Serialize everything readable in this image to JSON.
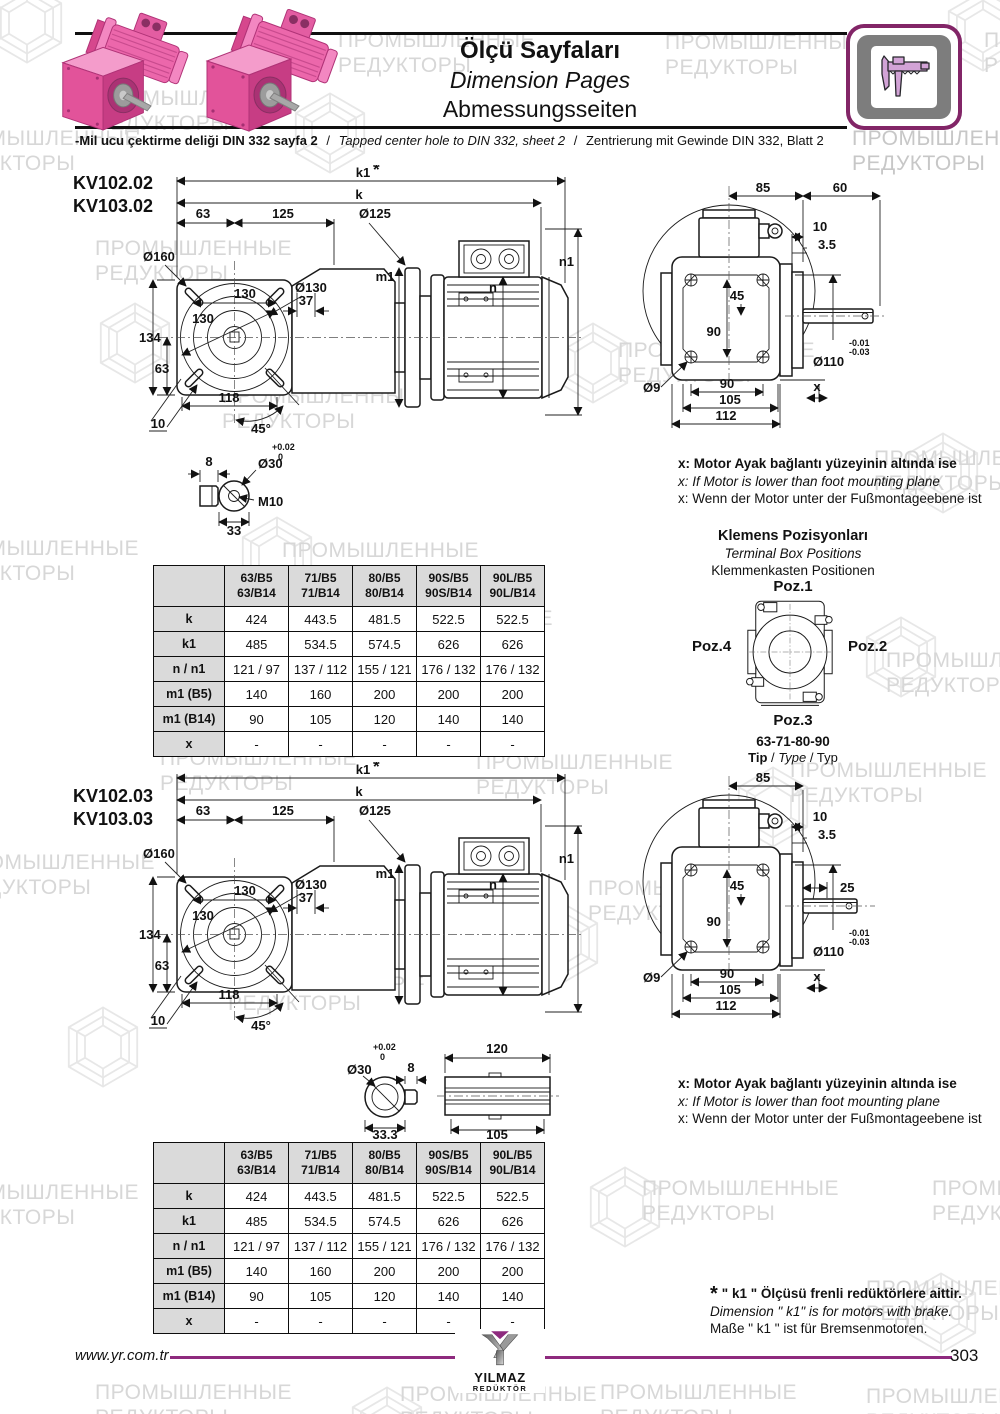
{
  "watermark": {
    "line1": "ПРОМЫШЛЕННЫЕ",
    "line2": "РЕДУКТОРЫ"
  },
  "header": {
    "title_tr": "Ölçü Sayfaları",
    "title_en": "Dimension Pages",
    "title_de": "Abmessungsseiten",
    "note_tr": "-Mil ucu çektirme deliği DIN 332 sayfa 2",
    "sep": "/",
    "note_en": "Tapped center hole to DIN 332, sheet 2",
    "note_de": "Zentrierung mit Gewinde DIN 332, Blatt 2"
  },
  "sections": {
    "s1": {
      "m1": "KV102.02",
      "m2": "KV103.02"
    },
    "s2": {
      "m1": "KV102.03",
      "m2": "KV103.03"
    }
  },
  "side": {
    "k1": "k1",
    "star": "*",
    "k": "k",
    "d63": "63",
    "d125": "125",
    "dia125": "Ø125",
    "dia160": "Ø160",
    "dia130": "Ø130",
    "d130": "130",
    "d134": "134",
    "d37": "37",
    "d118": "118",
    "d10": "10",
    "ang45": "45°",
    "m1": "m1",
    "n": "n",
    "n1": "n1"
  },
  "rear": {
    "d85": "85",
    "d60": "60",
    "d25": "25",
    "d10": "10",
    "d35": "3.5",
    "d45": "45",
    "d90": "90",
    "dia110": "Ø110",
    "tol_hi": "-0.01",
    "tol_lo": "-0.03",
    "dia9": "Ø9",
    "d105": "105",
    "d112": "112",
    "x": "x"
  },
  "shaft1": {
    "tol_hi": "+0.02",
    "tol_lo": "0",
    "dia30": "Ø30",
    "d8": "8",
    "m10": "M10",
    "d33": "33"
  },
  "shaft2": {
    "tol_hi": "+0.02",
    "tol_lo": "0",
    "dia30": "Ø30",
    "d8": "8",
    "d333": "33.3",
    "d120": "120",
    "d105": "105"
  },
  "motor_note": {
    "tr": "x: Motor Ayak bağlantı yüzeyinin altında ise",
    "en": "x: If Motor is lower than foot mounting plane",
    "de": "x: Wenn der Motor unter der Fußmontageebene ist"
  },
  "klemens": {
    "t_tr": "Klemens Pozisyonları",
    "t_en": "Terminal Box Positions",
    "t_de": "Klemmenkasten Positionen",
    "poz1": "Poz.1",
    "poz2": "Poz.2",
    "poz3": "Poz.3",
    "poz4": "Poz.4",
    "range": "63-71-80-90",
    "tip_tr": "Tip",
    "tip_en": "Type",
    "tip_de": "Typ",
    "sep": "/"
  },
  "table": {
    "corner": "",
    "col_headers": [
      [
        "63/B5",
        "63/B14"
      ],
      [
        "71/B5",
        "71/B14"
      ],
      [
        "80/B5",
        "80/B14"
      ],
      [
        "90S/B5",
        "90S/B14"
      ],
      [
        "90L/B5",
        "90L/B14"
      ]
    ],
    "rows": [
      {
        "label": "k",
        "values": [
          "424",
          "443.5",
          "481.5",
          "522.5",
          "522.5"
        ]
      },
      {
        "label": "k1",
        "values": [
          "485",
          "534.5",
          "574.5",
          "626",
          "626"
        ]
      },
      {
        "label": "n / n1",
        "values": [
          "121 / 97",
          "137 / 112",
          "155 / 121",
          "176 / 132",
          "176 / 132"
        ]
      },
      {
        "label": "m1 (B5)",
        "values": [
          "140",
          "160",
          "200",
          "200",
          "200"
        ]
      },
      {
        "label": "m1 (B14)",
        "values": [
          "90",
          "105",
          "120",
          "140",
          "140"
        ]
      },
      {
        "label": "x",
        "values": [
          "-",
          "-",
          "-",
          "-",
          "-"
        ]
      }
    ]
  },
  "footnote": {
    "star": "*",
    "tr": "\" k1 \" Ölçüsü frenli redüktörlere aittir.",
    "en": "Dimension \" k1\" is for motors with brake.",
    "de": "Maße \" k1 \" ist für Bremsenmotoren."
  },
  "footer": {
    "url": "www.yr.com.tr",
    "logo_top": "YILMAZ",
    "logo_sub": "REDÜKTÖR",
    "page": "303"
  },
  "colors": {
    "accent": "#8e2a7e",
    "pink": "#e75da6",
    "table_header_bg": "#dadada"
  }
}
